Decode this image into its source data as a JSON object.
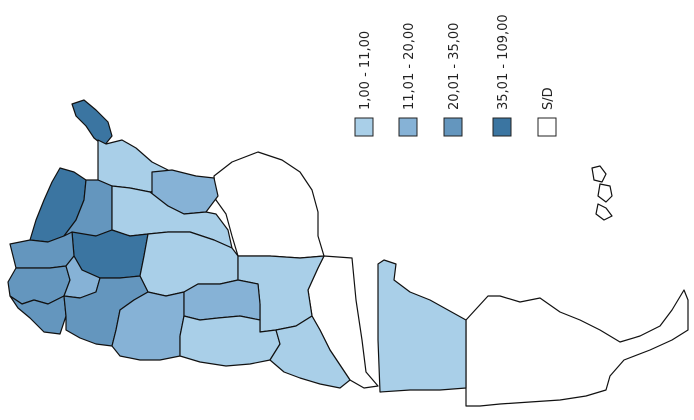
{
  "legend": {
    "items": [
      {
        "label": "1,00 - 11,00",
        "color": "#a9cfe8"
      },
      {
        "label": "11,01 - 20,00",
        "color": "#86b2d6"
      },
      {
        "label": "20,01 - 35,00",
        "color": "#6496be"
      },
      {
        "label": "35,01 - 109,00",
        "color": "#3b75a1"
      },
      {
        "label": "S/D",
        "color": "#ffffff"
      }
    ]
  },
  "map": {
    "region_classes": {
      "north_tip": "35,01 - 109,00",
      "northwest_coast": "35,01 - 109,00",
      "central_big": "35,01 - 109,00",
      "west_a": "20,01 - 35,00",
      "west_b": "20,01 - 35,00",
      "west_c": "20,01 - 35,00",
      "west_d": "20,01 - 35,00",
      "south_mid_a": "20,01 - 35,00",
      "upper_mid": "11,01 - 20,00",
      "south_mid_b": "11,01 - 20,00",
      "center_small": "11,01 - 20,00",
      "north_strip": "1,00 - 11,00",
      "north_center": "1,00 - 11,00",
      "center_east": "1,00 - 11,00",
      "east_block": "1,00 - 11,00",
      "south_center": "1,00 - 11,00",
      "south_east": "1,00 - 11,00",
      "far_east": "1,00 - 11,00",
      "east_nodata": "S/D",
      "gap_nodata": "S/D",
      "north_nodata": "S/D",
      "islands": "S/D"
    }
  }
}
